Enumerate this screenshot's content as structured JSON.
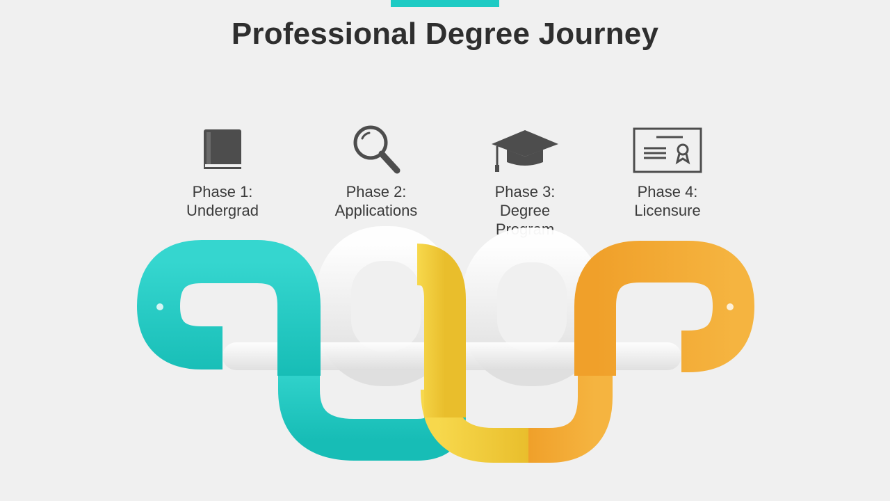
{
  "title": "Professional Degree Journey",
  "colors": {
    "teal": "#1ecbc4",
    "yellow": "#f3cd3a",
    "orange": "#f1a52e",
    "white_link": "#ffffff",
    "icon_gray": "#4d4d4d",
    "background": "#f0f0f0"
  },
  "phases": [
    {
      "line1": "Phase 1:",
      "line2": "Undergrad",
      "line3": "",
      "icon": "book-icon"
    },
    {
      "line1": "Phase 2:",
      "line2": "Applications",
      "line3": "",
      "icon": "magnifying-glass-icon"
    },
    {
      "line1": "Phase 3:",
      "line2": "Degree",
      "line3": "Program",
      "icon": "graduation-cap-icon"
    },
    {
      "line1": "Phase 4:",
      "line2": "Licensure",
      "line3": "",
      "icon": "certificate-icon"
    }
  ],
  "chain_links": [
    {
      "color": "teal"
    },
    {
      "color": "white_link"
    },
    {
      "color": "teal"
    },
    {
      "color": "yellow"
    },
    {
      "color": "white_link"
    },
    {
      "color": "orange"
    },
    {
      "color": "orange"
    }
  ]
}
